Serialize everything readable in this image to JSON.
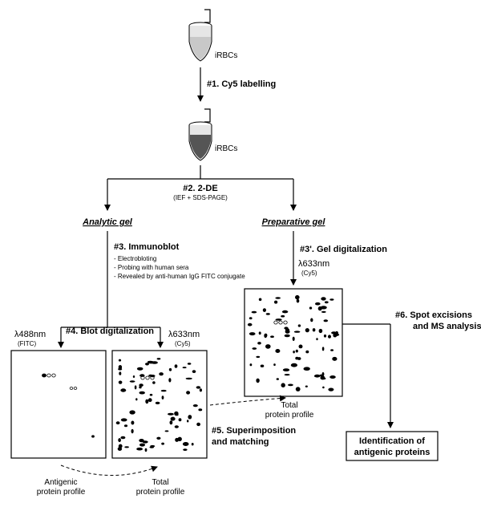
{
  "tubes": {
    "top_label": "iRBCs",
    "bottom_label": "iRBCs"
  },
  "steps": {
    "s1": "#1. Cy5 labelling",
    "s2": "#2. 2-DE",
    "s2_sub": "(IEF + SDS-PAGE)",
    "analytic": "Analytic gel",
    "preparative": "Preparative gel",
    "s3": "#3. Immunoblot",
    "s3_items": [
      "- Electrobloting",
      "- Probing with human sera",
      "- Revealed by anti-human IgG FITC conjugate"
    ],
    "s3p": "#3'. Gel digitalization",
    "s4": "#4. Blot digitalization",
    "s5_line1": "#5. Superimposition",
    "s5_line2": "and matching",
    "s6_line1": "#6. Spot excisions",
    "s6_line2": "and MS analysis"
  },
  "wavelengths": {
    "w1": "λ488nm",
    "w1_dye": "(FITC)",
    "w2": "λ633nm",
    "w2_dye": "(Cy5)",
    "w3": "λ633nm",
    "w3_dye": "(Cy5)"
  },
  "profiles": {
    "antigenic_1": "Antigenic",
    "antigenic_2": "protein profile",
    "total_a1": "Total",
    "total_a2": "protein profile",
    "total_b1": "Total",
    "total_b2": "protein profile"
  },
  "result": {
    "line1": "Identification of",
    "line2": "antigenic proteins"
  }
}
